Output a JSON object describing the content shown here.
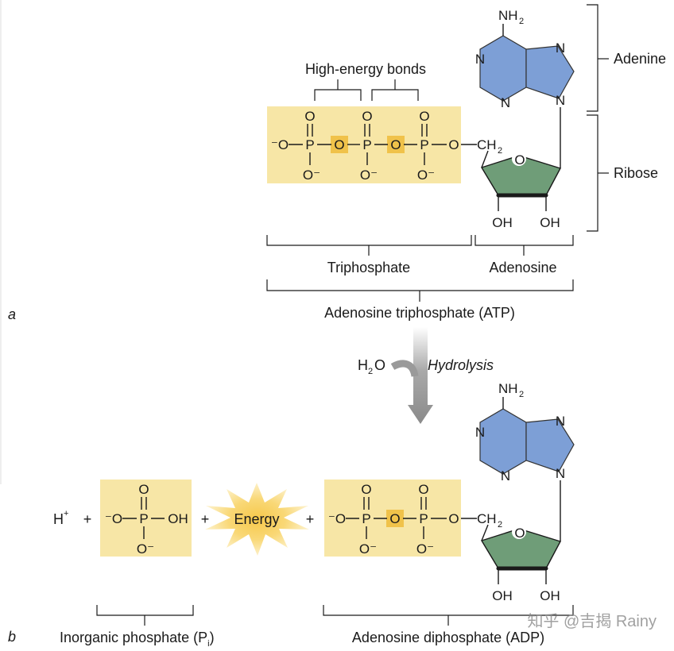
{
  "panel_a": {
    "panel_label": "a",
    "high_energy_bonds": "High-energy bonds",
    "adenine": "Adenine",
    "ribose": "Ribose",
    "triphosphate": "Triphosphate",
    "adenosine": "Adenosine",
    "atp": "Adenosine triphosphate (ATP)"
  },
  "reaction": {
    "water": "H",
    "water_sub": "2",
    "water_o": "O",
    "hydrolysis": "Hydrolysis"
  },
  "panel_b": {
    "panel_label": "b",
    "proton": "H",
    "proton_sup": "+",
    "plus": "+",
    "energy": "Energy",
    "pi_label": "Inorganic phosphate (P",
    "pi_sub": "i",
    "pi_close": ")",
    "adp": "Adenosine diphosphate (ADP)"
  },
  "atoms": {
    "O": "O",
    "P": "P",
    "N": "N",
    "OH": "OH",
    "NH": "NH",
    "two": "2",
    "CH": "CH",
    "minus": "−",
    "neg_O": "⁻O",
    "O_neg": "O⁻"
  },
  "colors": {
    "phosphate_panel": "#f7e6a6",
    "bridge_oxygen": "#f0c24a",
    "adenine": "#7d9fd6",
    "ribose": "#6f9d78",
    "arrow": "#8c8c8c"
  },
  "watermark": "知乎 @吉揭 Rainy"
}
